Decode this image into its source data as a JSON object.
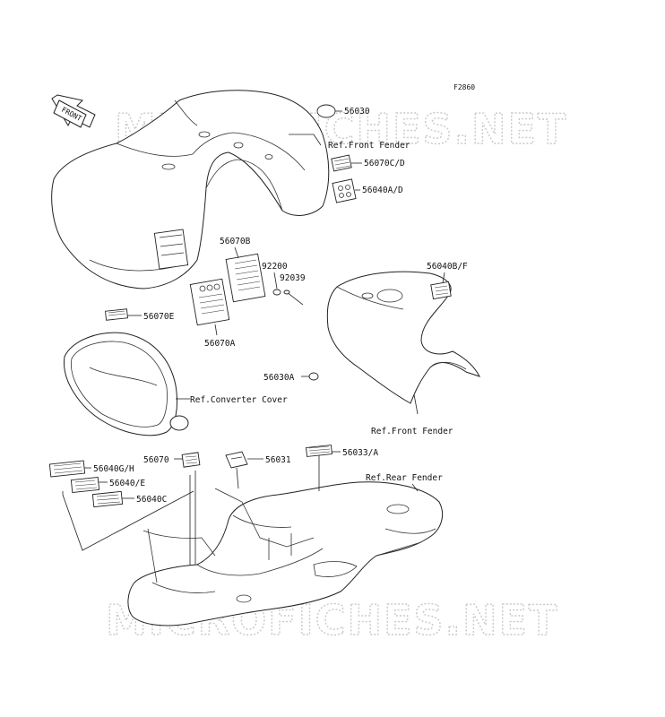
{
  "figure_id": "F2860",
  "front_arrow_label": "FRONT",
  "watermark": "MICROFICHES.NET",
  "callouts": [
    {
      "id": "c-56030",
      "text": "56030"
    },
    {
      "id": "c-ref-front-fender-top",
      "text": "Ref.Front Fender"
    },
    {
      "id": "c-56070cd",
      "text": "56070C/D"
    },
    {
      "id": "c-56040ad",
      "text": "56040A/D"
    },
    {
      "id": "c-56070b",
      "text": "56070B"
    },
    {
      "id": "c-92200",
      "text": "92200"
    },
    {
      "id": "c-92039",
      "text": "92039"
    },
    {
      "id": "c-56040bf",
      "text": "56040B/F"
    },
    {
      "id": "c-56070e",
      "text": "56070E"
    },
    {
      "id": "c-56070a",
      "text": "56070A"
    },
    {
      "id": "c-56030a",
      "text": "56030A"
    },
    {
      "id": "c-ref-converter",
      "text": "Ref.Converter Cover"
    },
    {
      "id": "c-ref-front-fender-mid",
      "text": "Ref.Front Fender"
    },
    {
      "id": "c-56070",
      "text": "56070"
    },
    {
      "id": "c-56031",
      "text": "56031"
    },
    {
      "id": "c-56033a",
      "text": "56033/A"
    },
    {
      "id": "c-56040gh",
      "text": "56040G/H"
    },
    {
      "id": "c-ref-rear-fender",
      "text": "Ref.Rear Fender"
    },
    {
      "id": "c-56040e",
      "text": "56040/E"
    },
    {
      "id": "c-56040c",
      "text": "56040C"
    }
  ]
}
